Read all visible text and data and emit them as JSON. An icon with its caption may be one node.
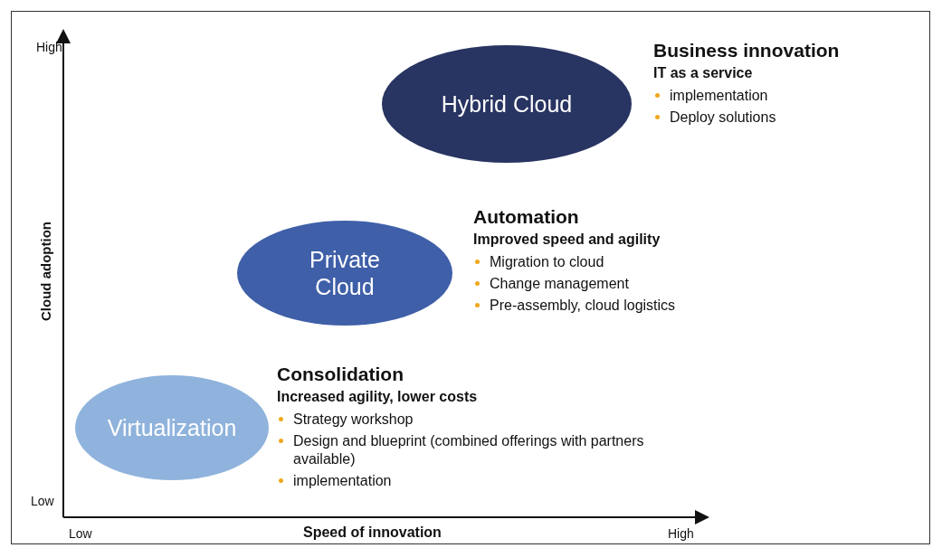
{
  "diagram": {
    "nodes": [
      {
        "text": [
          "Hybrid Cloud"
        ],
        "beside": [
          "Business innovation",
          "IT as a service",
          "implementation",
          "Deploy solutions"
        ]
      },
      {
        "text": [
          "Private Cloud"
        ],
        "beside": [
          "Automation",
          "Improved speed and agility",
          "Migration to cloud",
          "Change management",
          "Pre-assembly, cloud logistics"
        ]
      },
      {
        "text": [
          "Virtualization"
        ],
        "beside": [
          "Consolidation",
          "Increased agility, lower costs",
          "Strategy workshop",
          "Design and blueprint (combined offerings with partners available)",
          "implementation"
        ]
      }
    ],
    "edges": [],
    "labels": [
      "High",
      "Cloud adoption",
      "Low",
      "Low",
      "Speed of innovation",
      "High"
    ]
  }
}
